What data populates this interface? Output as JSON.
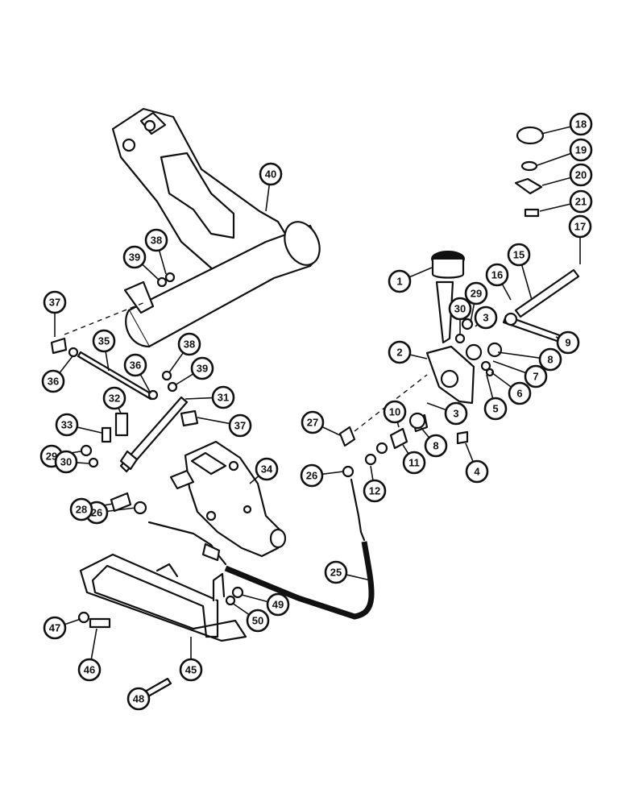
{
  "diagram": {
    "callouts": [
      "1",
      "2",
      "3",
      "3",
      "4",
      "5",
      "6",
      "7",
      "8",
      "8",
      "9",
      "10",
      "11",
      "12",
      "15",
      "16",
      "17",
      "18",
      "19",
      "20",
      "21",
      "25",
      "26",
      "26",
      "27",
      "28",
      "29",
      "29",
      "30",
      "30",
      "31",
      "32",
      "33",
      "34",
      "35",
      "36",
      "36",
      "37",
      "37",
      "38",
      "38",
      "39",
      "39",
      "40",
      "45",
      "46",
      "47",
      "48",
      "49",
      "50"
    ]
  }
}
